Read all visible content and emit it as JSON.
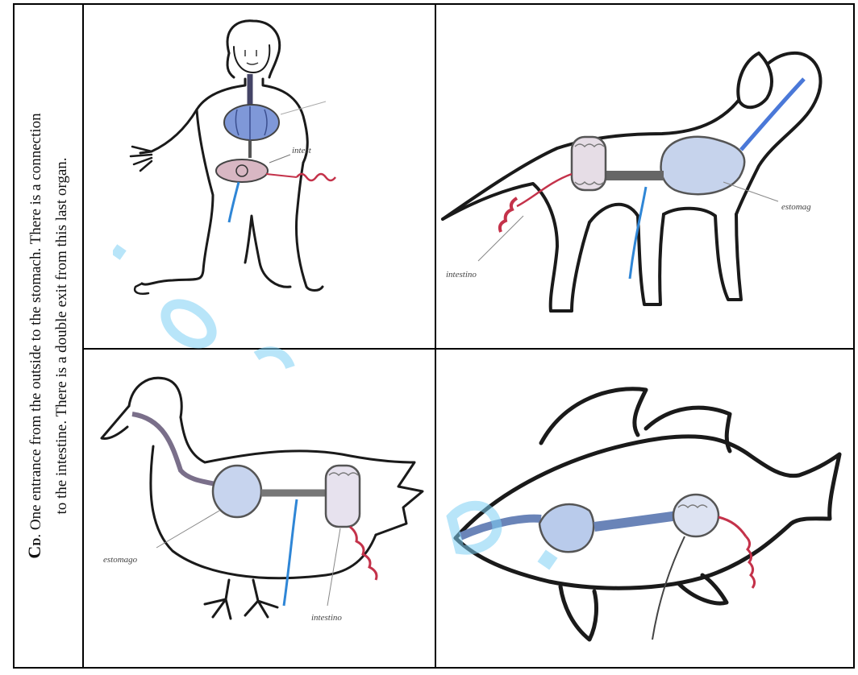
{
  "caption": {
    "letter": "C",
    "subscript": "D",
    "line1": ". One entrance from the outside to the stomach. There is a connection",
    "line2": "to the intestine. There is a double exit from this last organ."
  },
  "drawings": {
    "human": {
      "label": "intest"
    },
    "dog": {
      "stomach_label": "estomag",
      "intestine_label": "intestino"
    },
    "duck": {
      "stomach_label": "estomago",
      "intestine_label": "intestino"
    },
    "fish": {}
  },
  "colors": {
    "outline": "#1a1a1a",
    "stomach": "#9fb7e0",
    "blue": "#2f86d6",
    "red": "#c4324a",
    "watermark": "#7fd0f5"
  }
}
